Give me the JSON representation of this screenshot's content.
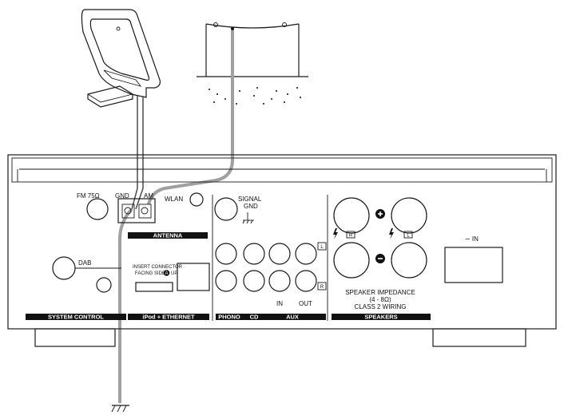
{
  "labels": {
    "fm": "FM 75Ω",
    "gnd": "GND",
    "am": "AM",
    "wlan": "WLAN",
    "signal": "SIGNAL",
    "signal_gnd": "GND",
    "dab": "DAB",
    "insert1": "INSERT CONNECTOR",
    "insert2": "FACING SIDE",
    "insert_marker": "A",
    "insert3": "UP",
    "aux_in": "IN",
    "aux_out": "OUT",
    "ch_l": "L",
    "ch_r": "R",
    "speaker_impedance": "SPEAKER IMPEDANCE",
    "impedance_range": "(4 - 8Ω)",
    "class2": "CLASS 2 WIRING",
    "ac_in": "∼ IN"
  },
  "bars": {
    "system_control": "SYSTEM CONTROL",
    "ipod_ethernet": "iPod + ETHERNET",
    "phono": "PHONO",
    "cd": "CD",
    "aux": "AUX",
    "speakers": "SPEAKERS",
    "antenna": "ANTENNA"
  },
  "colors": {
    "line": "#1a1a1a",
    "cable": "#a0a0a0",
    "bar": "#111111"
  },
  "icons": {
    "plus": "plus-terminal-icon",
    "minus": "minus-terminal-icon",
    "warning": "lightning-warning-icon",
    "ground": "ground-icon"
  }
}
